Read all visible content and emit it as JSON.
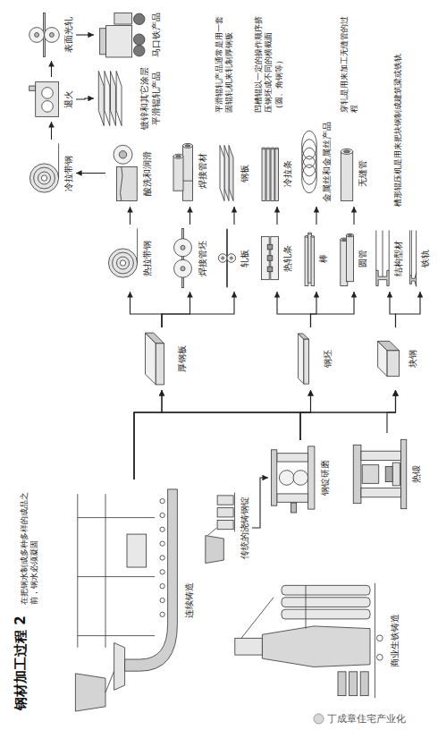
{
  "diagram": {
    "title": "钢材加工过程 2",
    "nodes": [
      {
        "text": [
          "连续铸造"
        ]
      },
      {
        "text": [
          "传统的浇铸钢锭"
        ]
      },
      {
        "text": [
          "商业生铁铸造"
        ]
      },
      {
        "text": [
          "钢锭研磨"
        ]
      },
      {
        "text": [
          "热锻"
        ]
      },
      {
        "text": [
          "厚钢板"
        ]
      },
      {
        "text": [
          "钢坯"
        ]
      },
      {
        "text": [
          "块钢"
        ]
      },
      {
        "text": [
          "热拉带钢"
        ]
      },
      {
        "text": [
          "焊接管坯"
        ]
      },
      {
        "text": [
          "轧板"
        ]
      },
      {
        "text": [
          "热轧条"
        ]
      },
      {
        "text": [
          "棒"
        ]
      },
      {
        "text": [
          "圆管"
        ]
      },
      {
        "text": [
          "结构型材"
        ]
      },
      {
        "text": [
          "铁轨"
        ]
      },
      {
        "text": [
          "酸洗和润滑"
        ]
      },
      {
        "text": [
          "焊接管材"
        ]
      },
      {
        "text": [
          "钢板"
        ]
      },
      {
        "text": [
          "冷拉条"
        ]
      },
      {
        "text": [
          "金属丝和金属丝产品"
        ]
      },
      {
        "text": [
          "无缝管"
        ]
      },
      {
        "text": [
          "冷拉带钢"
        ]
      },
      {
        "text": [
          "退火"
        ]
      },
      {
        "text": [
          "表面光轧"
        ]
      },
      {
        "text": [
          "镀锌和其它涂层平滑辊轧产品"
        ]
      },
      {
        "text": [
          "马口铁产品"
        ]
      }
    ],
    "edges": [
      {
        "from": 0,
        "to": 5,
        "arrow": "to"
      },
      {
        "from": 0,
        "to": 6,
        "arrow": "to"
      },
      {
        "from": 0,
        "to": 7,
        "arrow": "to"
      },
      {
        "from": 1,
        "to": 3,
        "arrow": "to"
      },
      {
        "from": 3,
        "to": 5,
        "arrow": "to"
      },
      {
        "from": 3,
        "to": 6,
        "arrow": "to"
      },
      {
        "from": 3,
        "to": 7,
        "arrow": "to"
      },
      {
        "from": 4,
        "to": 7,
        "arrow": "to"
      },
      {
        "from": 5,
        "to": 8,
        "arrow": "to"
      },
      {
        "from": 5,
        "to": 9,
        "arrow": "to"
      },
      {
        "from": 5,
        "to": 10,
        "arrow": "to"
      },
      {
        "from": 6,
        "to": 11,
        "arrow": "to"
      },
      {
        "from": 6,
        "to": 12,
        "arrow": "to"
      },
      {
        "from": 6,
        "to": 13,
        "arrow": "to"
      },
      {
        "from": 7,
        "to": 14,
        "arrow": "to"
      },
      {
        "from": 7,
        "to": 15,
        "arrow": "to"
      },
      {
        "from": 8,
        "to": 16,
        "arrow": "to"
      },
      {
        "from": 9,
        "to": 17,
        "arrow": "to"
      },
      {
        "from": 10,
        "to": 18,
        "arrow": "to"
      },
      {
        "from": 11,
        "to": 19,
        "arrow": "to"
      },
      {
        "from": 12,
        "to": 20,
        "arrow": "to"
      },
      {
        "from": 13,
        "to": 21,
        "arrow": "to"
      },
      {
        "from": 16,
        "to": 22,
        "arrow": "to"
      },
      {
        "from": 22,
        "to": 23,
        "arrow": "to"
      },
      {
        "from": 23,
        "to": 24,
        "arrow": "to"
      },
      {
        "from": 23,
        "to": 25,
        "arrow": "to"
      },
      {
        "from": 24,
        "to": 26,
        "arrow": "to"
      }
    ],
    "labels": [
      "在把钢水制成多种多样的成品之前，钢水必须凝固",
      "平滑辊轧产品通常是用一套固辊轧机来轧制厚钢板",
      "凹槽辊以一定的操作顺序挤压钢坯成不同的横截面（圆、角钢等）",
      "穿轧是用来加工无缝管的过程",
      "槽形辊压机是用来把块钢制成建筑梁或铁轨",
      "丁成章住宅产业化"
    ]
  }
}
